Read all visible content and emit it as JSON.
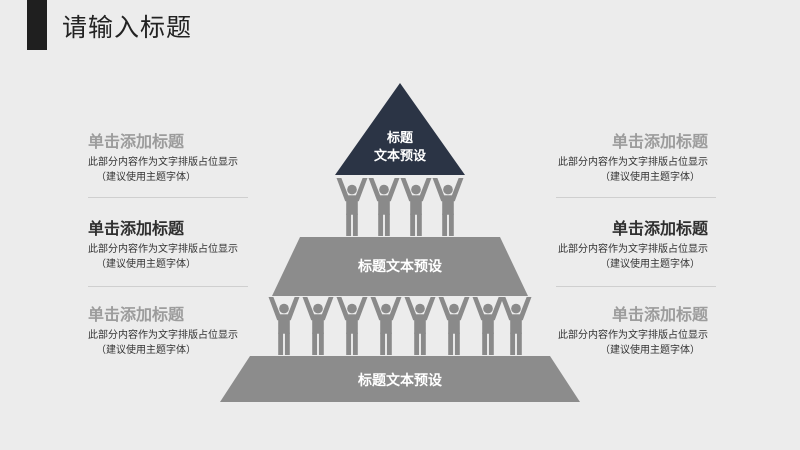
{
  "page_title": "请输入标题",
  "pyramid": {
    "top_label_line1": "标题",
    "top_label_line2": "文本预设",
    "middle_label": "标题文本预设",
    "bottom_label": "标题文本预设"
  },
  "blocks": {
    "left_1": {
      "title": "单击添加标题",
      "line1": "此部分内容作为文字排版占位显示",
      "line2": "（建议使用主题字体）"
    },
    "left_2": {
      "title": "单击添加标题",
      "line1": "此部分内容作为文字排版占位显示",
      "line2": "（建议使用主题字体）"
    },
    "left_3": {
      "title": "单击添加标题",
      "line1": "此部分内容作为文字排版占位显示",
      "line2": "（建议使用主题字体）"
    },
    "right_1": {
      "title": "单击添加标题",
      "line1": "此部分内容作为文字排版占位显示",
      "line2": "（建议使用主题字体）"
    },
    "right_2": {
      "title": "单击添加标题",
      "line1": "此部分内容作为文字排版占位显示",
      "line2": "（建议使用主题字体）"
    },
    "right_3": {
      "title": "单击添加标题",
      "line1": "此部分内容作为文字排版占位显示",
      "line2": "（建议使用主题字体）"
    }
  },
  "colors": {
    "background": "#ececec",
    "top_triangle": "#2b3445",
    "tiers": "#8c8c8c",
    "figures": "#8a8a8a"
  }
}
